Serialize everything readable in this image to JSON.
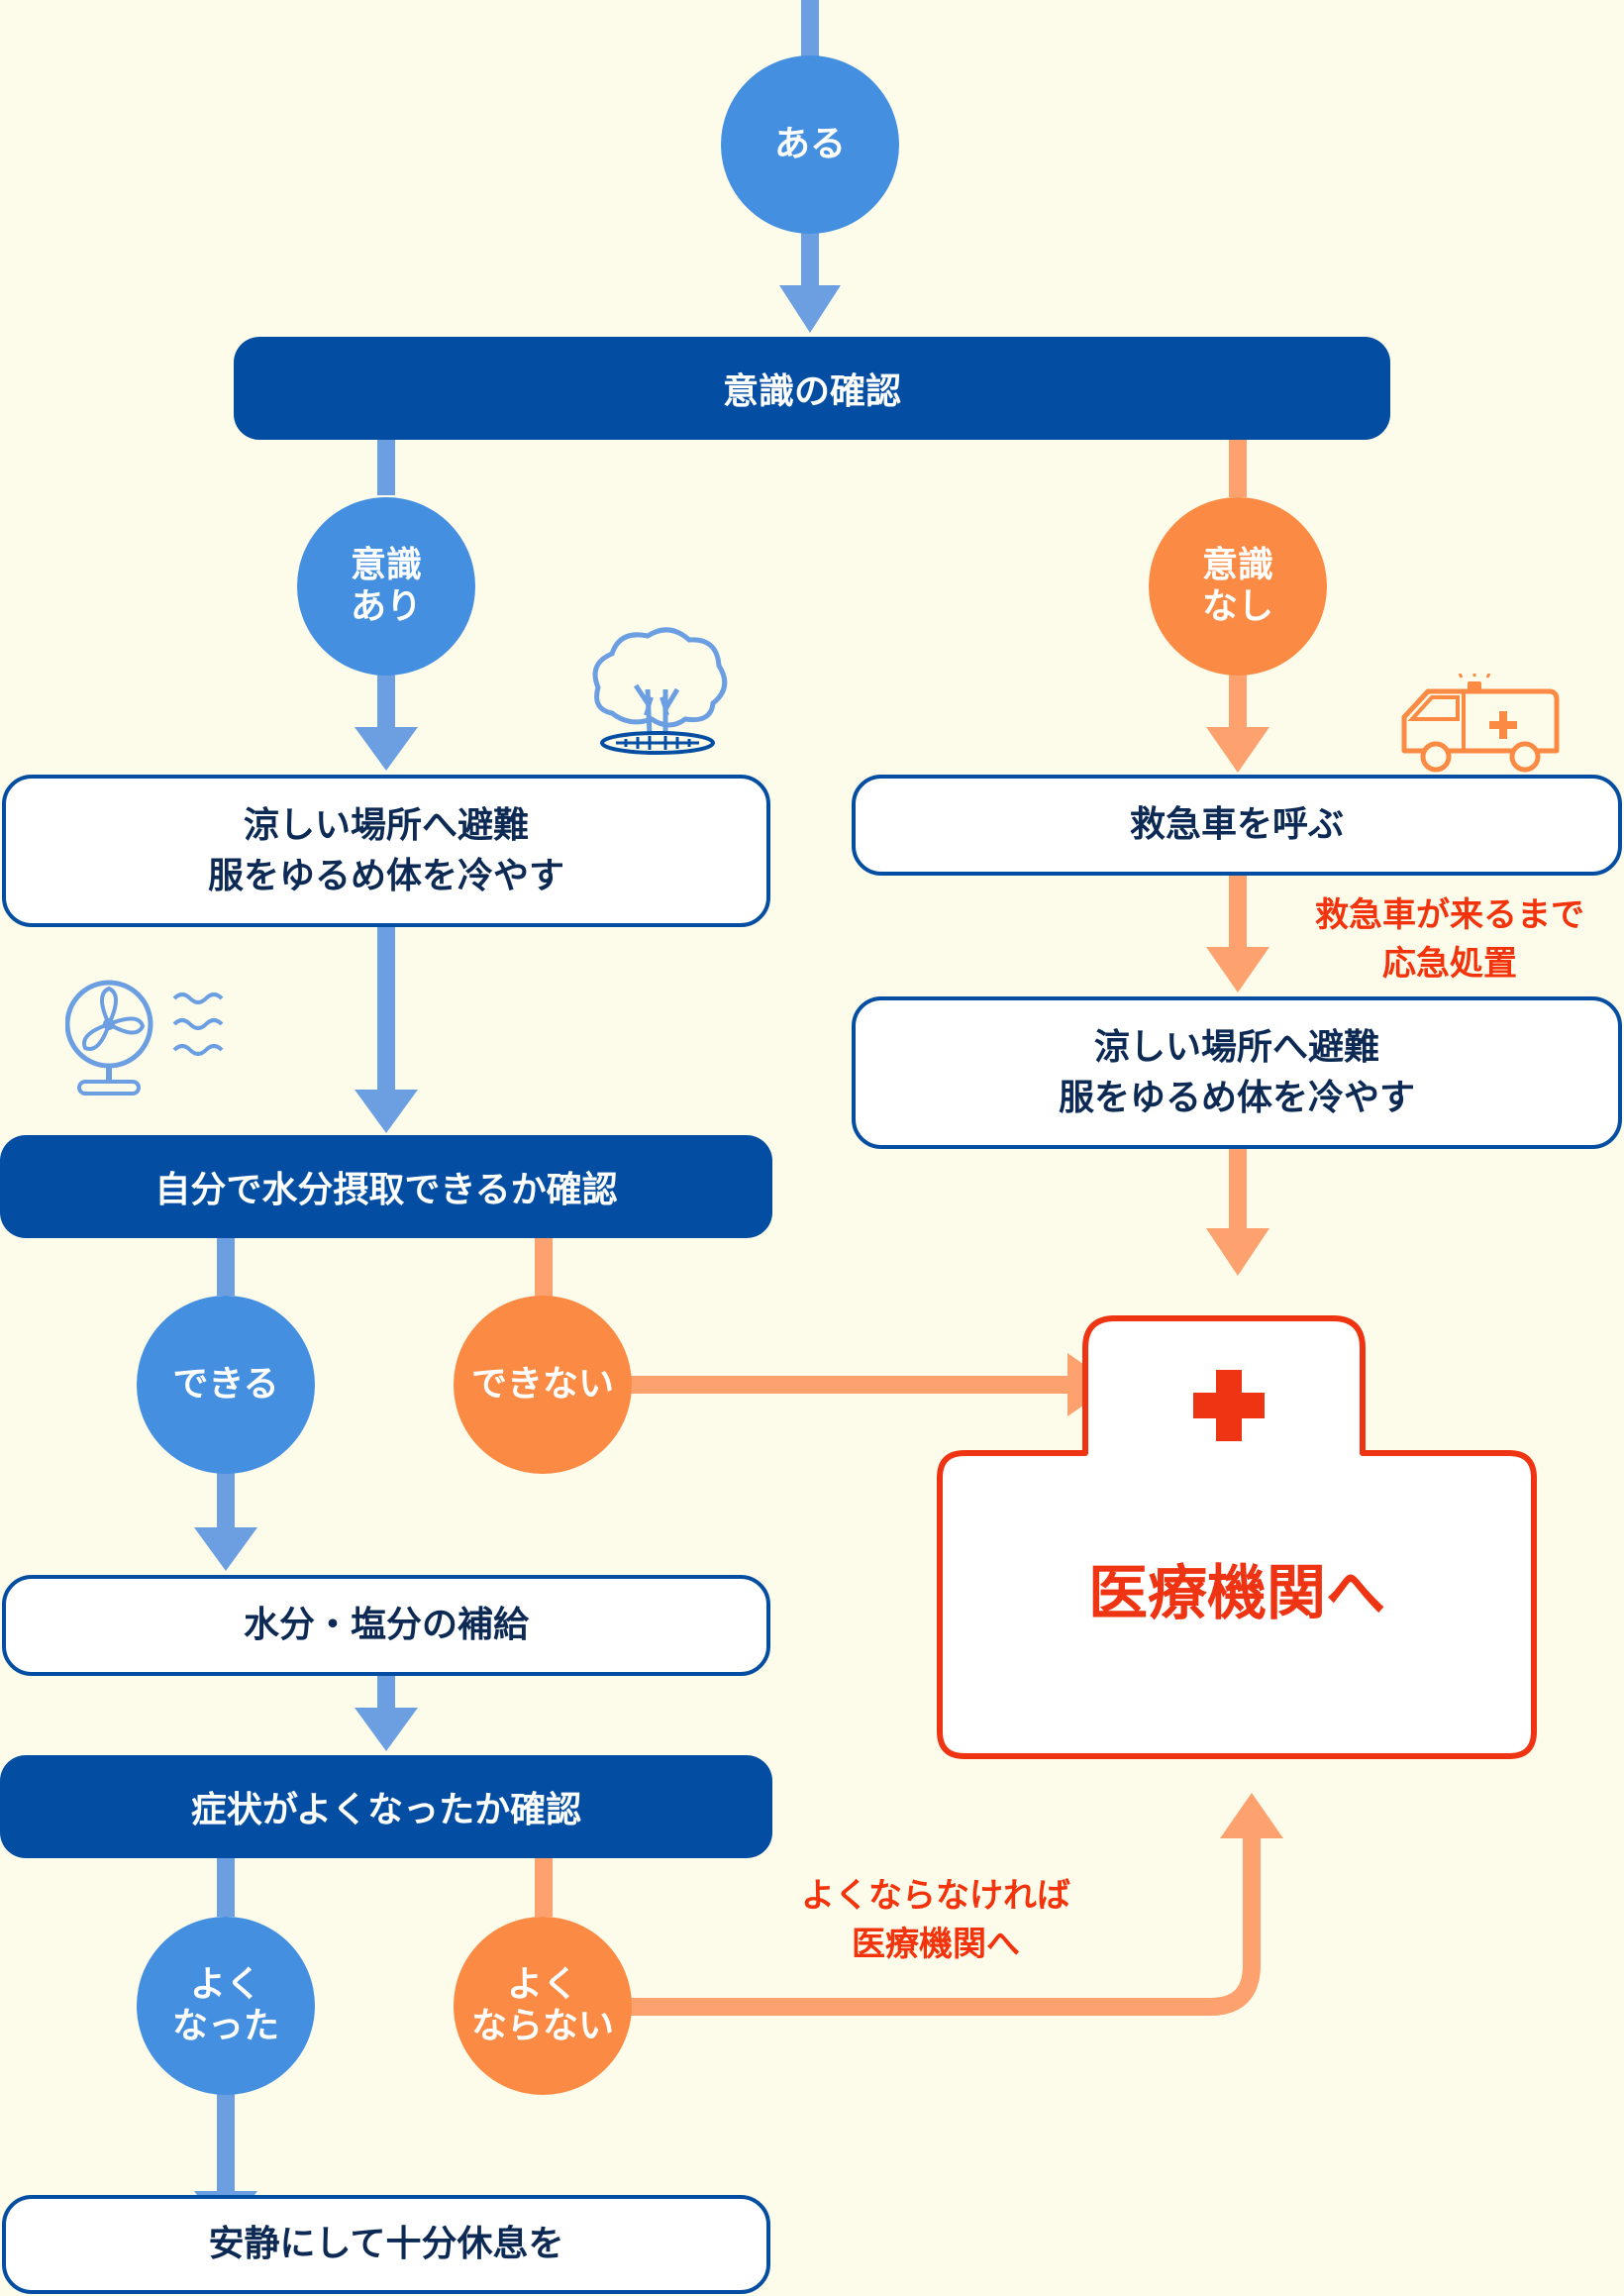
{
  "colors": {
    "background": "#fdfcea",
    "navy": "#034ea2",
    "blue": "#448fe0",
    "blue_line": "#6c9fe2",
    "orange": "#fb8b44",
    "orange_line": "#fda16f",
    "red": "#ee3412"
  },
  "circles": {
    "aru": "ある",
    "ishiki_ari": [
      "意識",
      "あり"
    ],
    "ishiki_nashi": [
      "意識",
      "なし"
    ],
    "dekiru": "できる",
    "dekinai": "できない",
    "yoku_natta": [
      "よく",
      "なった"
    ],
    "yoku_naranai": [
      "よく",
      "ならない"
    ]
  },
  "steps": {
    "ishiki_kakunin": "意識の確認",
    "suzushii_left": [
      "涼しい場所へ避難",
      "服をゆるめ体を冷やす"
    ],
    "kyukyusha": "救急車を呼ぶ",
    "suzushii_right": [
      "涼しい場所へ避難",
      "服をゆるめ体を冷やす"
    ],
    "suibun_kakunin": "自分で水分摂取できるか確認",
    "hokyu": "水分・塩分の補給",
    "shojo_kakunin": "症状がよくなったか確認",
    "ansei": "安静にして十分休息を"
  },
  "notes": {
    "kyukyusha_made": [
      "救急車が来るまで",
      "応急処置"
    ],
    "yoku_naranakereba": [
      "よくならなければ",
      "医療機関へ"
    ]
  },
  "hospital": {
    "label": "医療機関へ"
  },
  "icons": [
    "tree-icon",
    "ambulance-icon",
    "electric-fan-icon",
    "medical-kit-icon"
  ]
}
